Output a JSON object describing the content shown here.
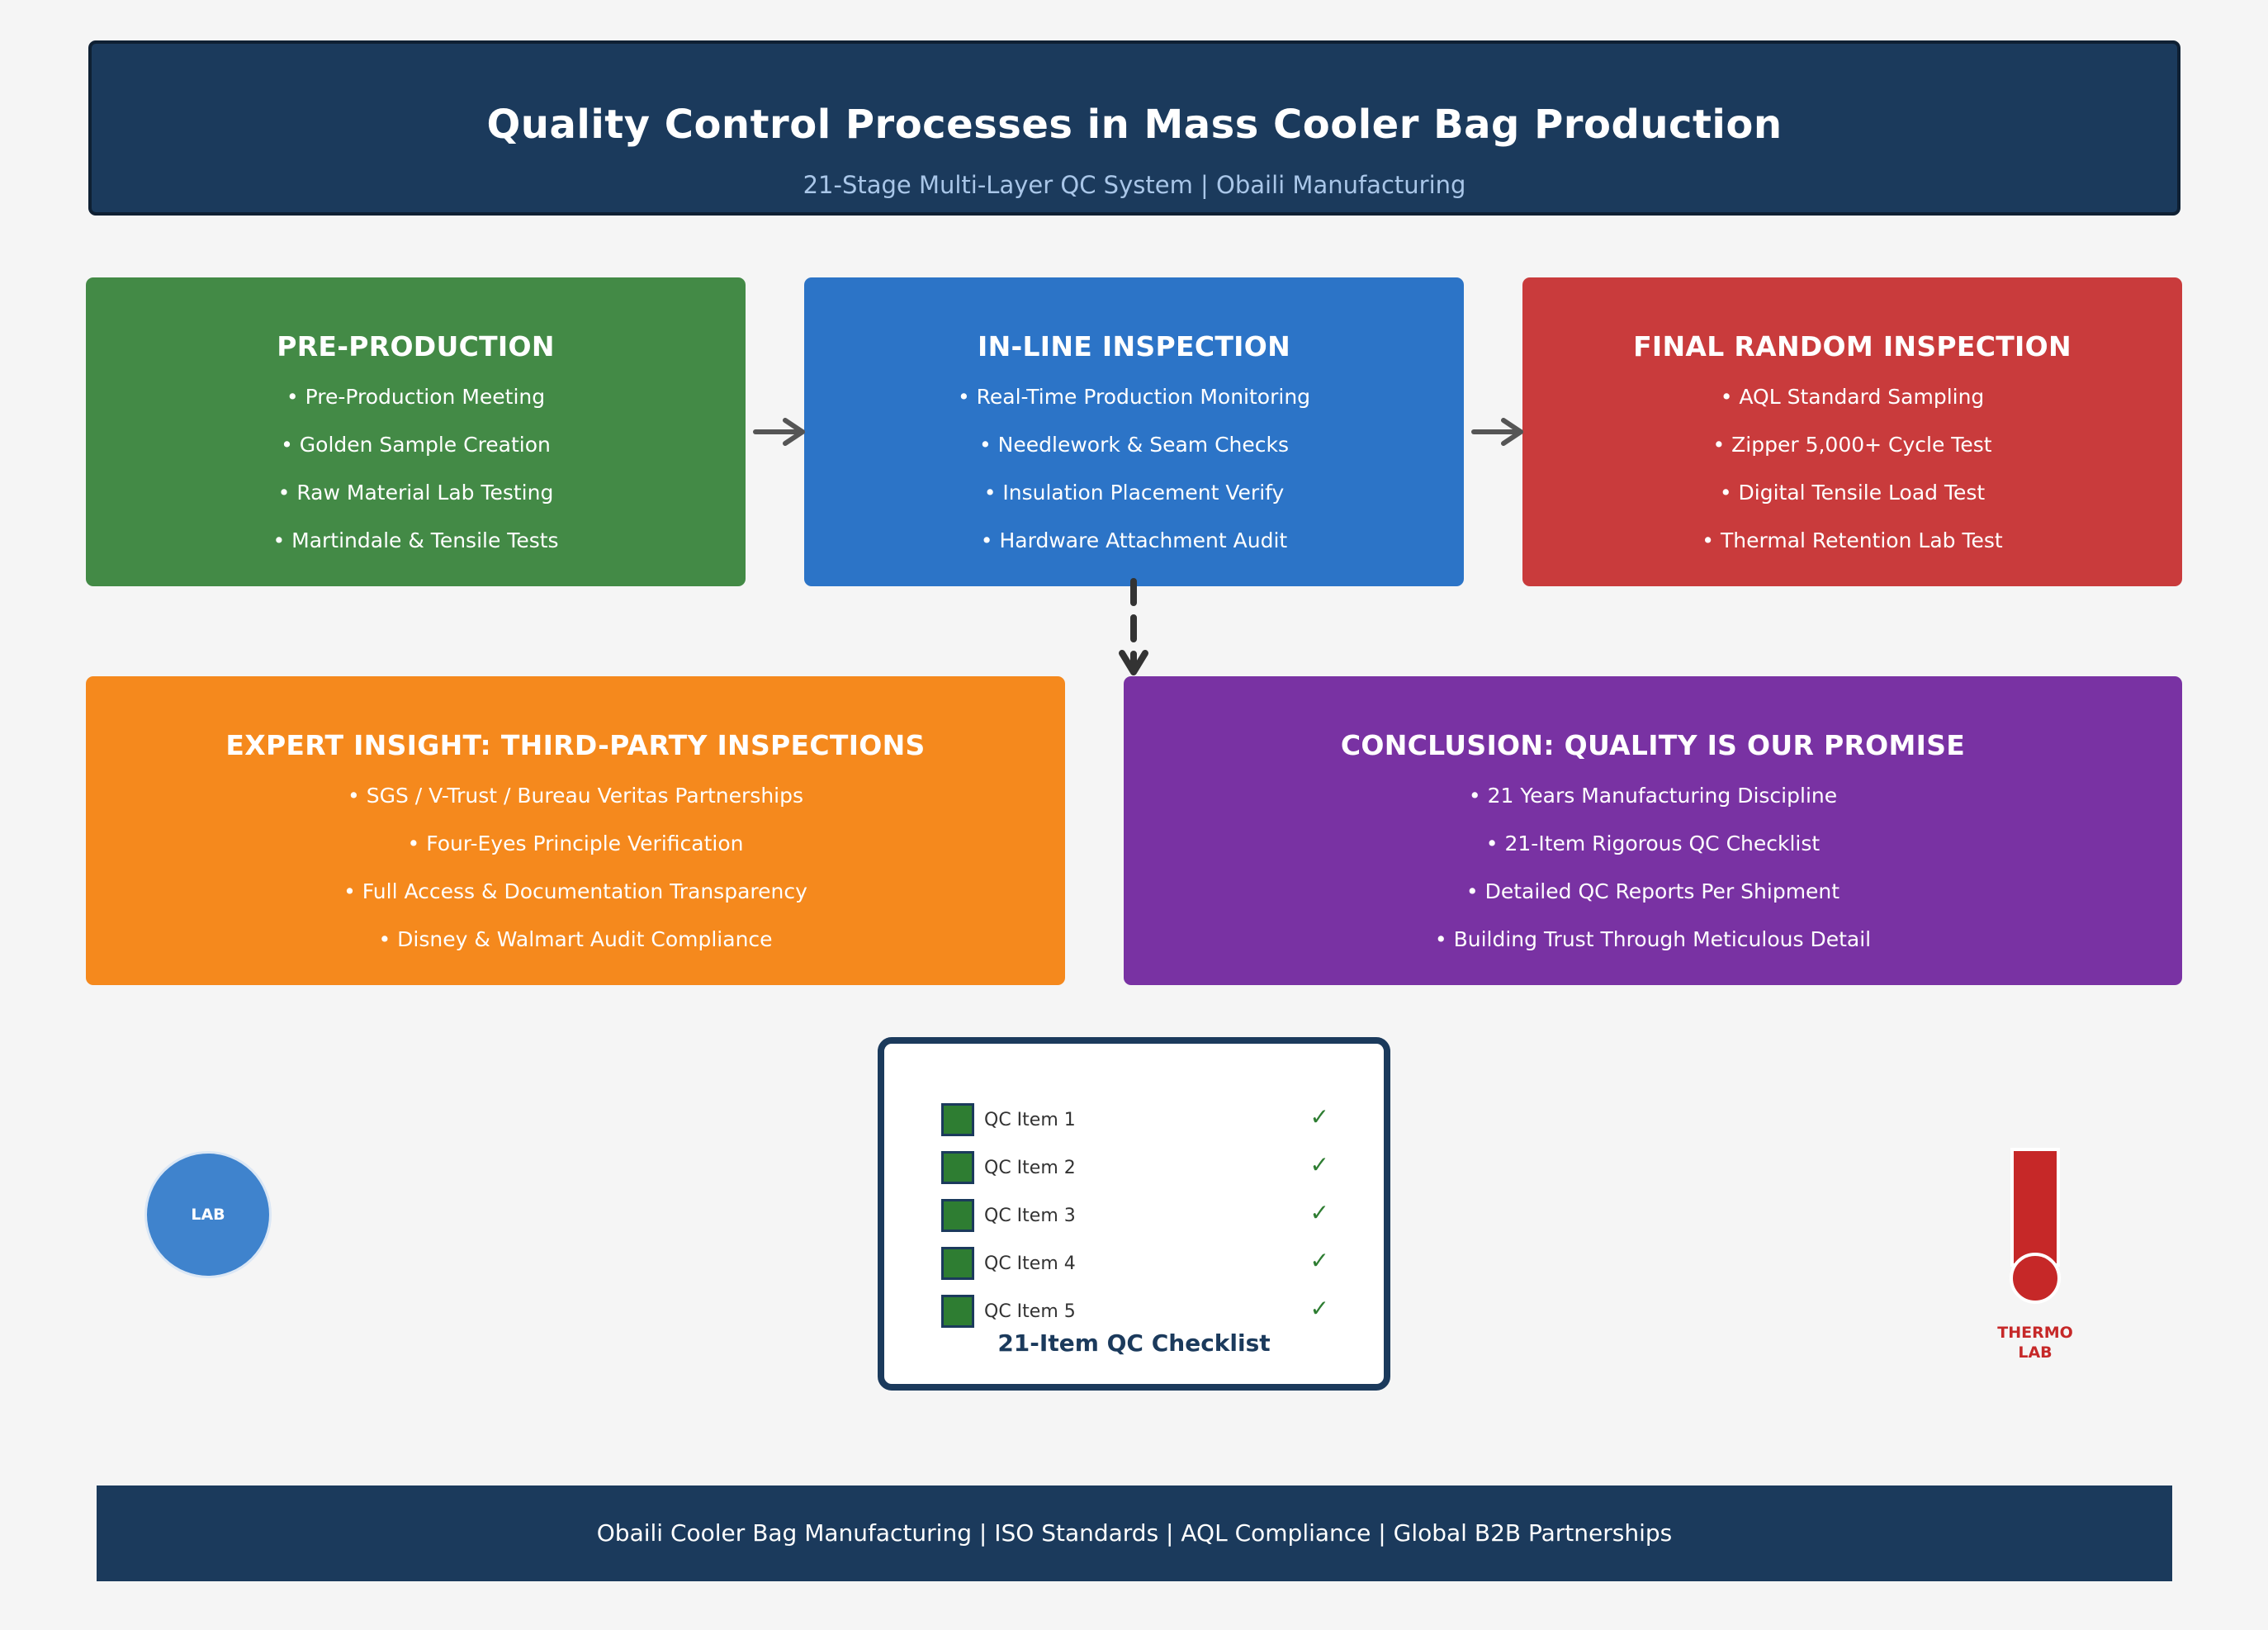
{
  "header": {
    "title": "Quality Control Processes in Mass Cooler Bag Production",
    "subtitle": "21-Stage Multi-Layer QC System | Obaili Manufacturing"
  },
  "stages": {
    "pre": {
      "title": "PRE-PRODUCTION",
      "items": [
        "Pre-Production Meeting",
        "Golden Sample Creation",
        "Raw Material Lab Testing",
        "Martindale & Tensile Tests"
      ],
      "color": "#438a46"
    },
    "inline": {
      "title": "IN-LINE INSPECTION",
      "items": [
        "Real-Time Production Monitoring",
        "Needlework & Seam Checks",
        "Insulation Placement Verify",
        "Hardware Attachment Audit"
      ],
      "color": "#2c74c7"
    },
    "final": {
      "title": "FINAL RANDOM INSPECTION",
      "items": [
        "AQL Standard Sampling",
        "Zipper 5,000+ Cycle Test",
        "Digital Tensile Load Test",
        "Thermal Retention Lab Test"
      ],
      "color": "#c93b3c"
    },
    "expert": {
      "title": "EXPERT INSIGHT: THIRD-PARTY INSPECTIONS",
      "items": [
        "SGS / V-Trust / Bureau Veritas Partnerships",
        "Four-Eyes Principle Verification",
        "Full Access & Documentation Transparency",
        "Disney & Walmart Audit Compliance"
      ],
      "color": "#f5891d"
    },
    "conclusion": {
      "title": "CONCLUSION: QUALITY IS OUR PROMISE",
      "items": [
        "21 Years Manufacturing Discipline",
        "21-Item Rigorous QC Checklist",
        "Detailed QC Reports Per Shipment",
        "Building Trust Through Meticulous Detail"
      ],
      "color": "#7932a3"
    }
  },
  "checklist": {
    "items": [
      "QC Item 1",
      "QC Item 2",
      "QC Item 3",
      "QC Item 4",
      "QC Item 5"
    ],
    "check_mark": "✓",
    "title": "21-Item QC Checklist"
  },
  "lab_badge": {
    "label": "LAB",
    "icon": "lab-circle-icon"
  },
  "thermo": {
    "label_line1": "THERMO",
    "label_line2": "LAB",
    "icon": "thermometer-icon"
  },
  "footer": {
    "text": "Obaili Cooler Bag Manufacturing | ISO Standards | AQL Compliance | Global B2B Partnerships"
  },
  "colors": {
    "navy": "#1b3a5c",
    "check_green": "#2e7d32",
    "thermo_red": "#c62828",
    "arrow": "#555555"
  }
}
